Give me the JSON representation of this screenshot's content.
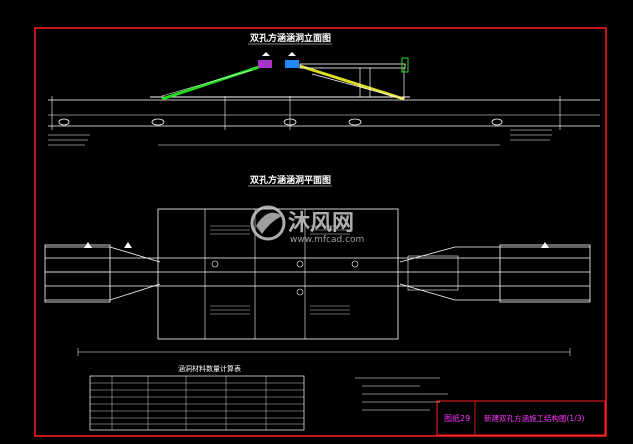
{
  "drawing": {
    "elevation_title": "双孔方涵涵洞立面图",
    "plan_title": "双孔方涵涵洞平面图",
    "table_title": "涵洞材料数量计算表",
    "sheet_number": "图纸29",
    "sheet_title": "新建双孔方涵施工结构图(1/3)"
  },
  "watermark": {
    "brand": "沐风网",
    "url": "www.mfcad.com"
  },
  "colors": {
    "background": "#000000",
    "frame": "#ff2020",
    "lines": "#ffffff",
    "slope_left": "#22dd22",
    "slope_right": "#dddd22",
    "vehicle_left": "#aa33cc",
    "vehicle_right": "#2288ff",
    "title_text": "#ff33ff"
  }
}
